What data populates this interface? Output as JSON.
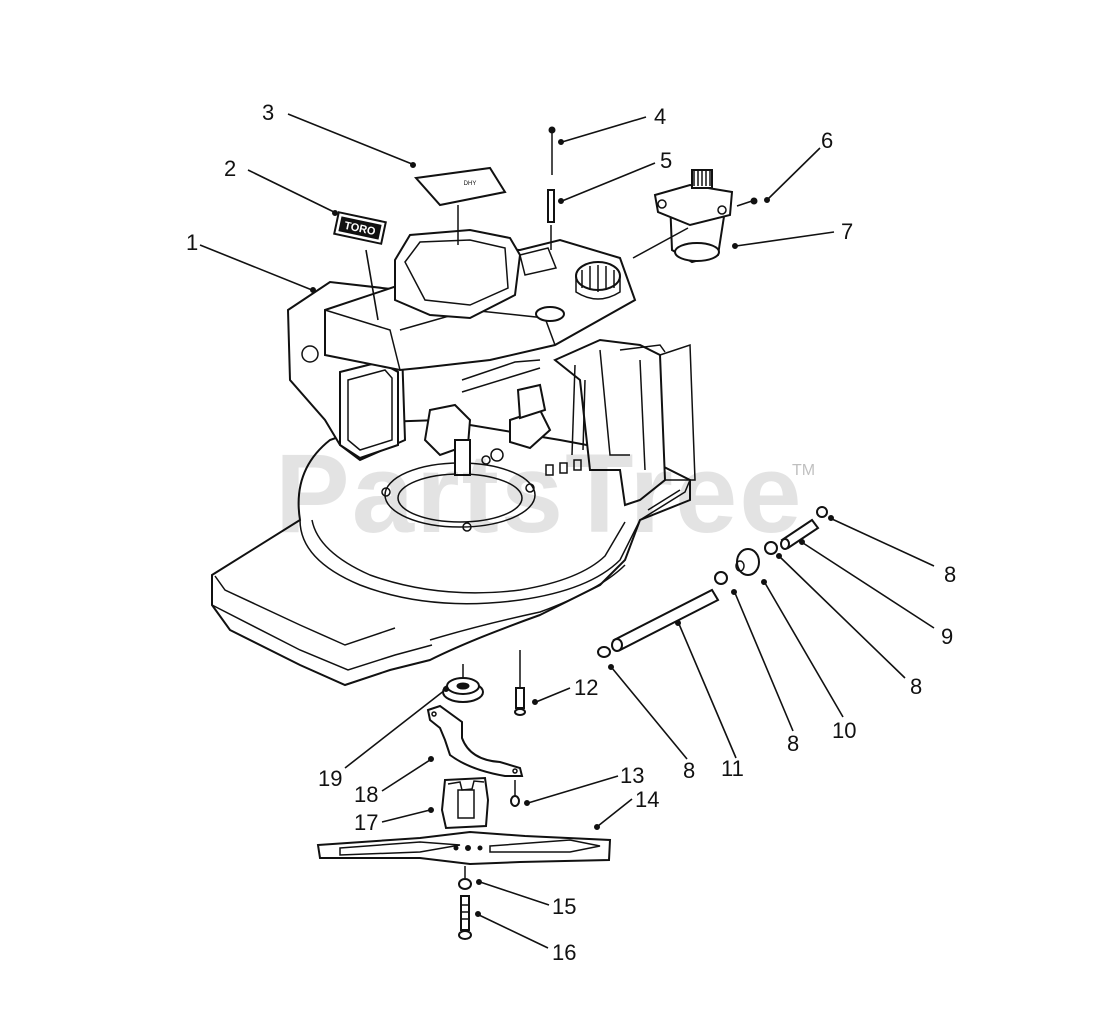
{
  "watermark": {
    "text": "PartsTree",
    "trademark": "TM"
  },
  "decal_text": {
    "brand": "TORO",
    "cover": "DHY"
  },
  "callouts": [
    {
      "id": "c1",
      "label": "1"
    },
    {
      "id": "c2",
      "label": "2"
    },
    {
      "id": "c3",
      "label": "3"
    },
    {
      "id": "c4",
      "label": "4"
    },
    {
      "id": "c5",
      "label": "5"
    },
    {
      "id": "c6",
      "label": "6"
    },
    {
      "id": "c7",
      "label": "7"
    },
    {
      "id": "c8a",
      "label": "8"
    },
    {
      "id": "c9",
      "label": "9"
    },
    {
      "id": "c8b",
      "label": "8"
    },
    {
      "id": "c10",
      "label": "10"
    },
    {
      "id": "c8c",
      "label": "8"
    },
    {
      "id": "c11",
      "label": "11"
    },
    {
      "id": "c8d",
      "label": "8"
    },
    {
      "id": "c12",
      "label": "12"
    },
    {
      "id": "c13",
      "label": "13"
    },
    {
      "id": "c14",
      "label": "14"
    },
    {
      "id": "c15",
      "label": "15"
    },
    {
      "id": "c16",
      "label": "16"
    },
    {
      "id": "c17",
      "label": "17"
    },
    {
      "id": "c18",
      "label": "18"
    },
    {
      "id": "c19",
      "label": "19"
    }
  ]
}
